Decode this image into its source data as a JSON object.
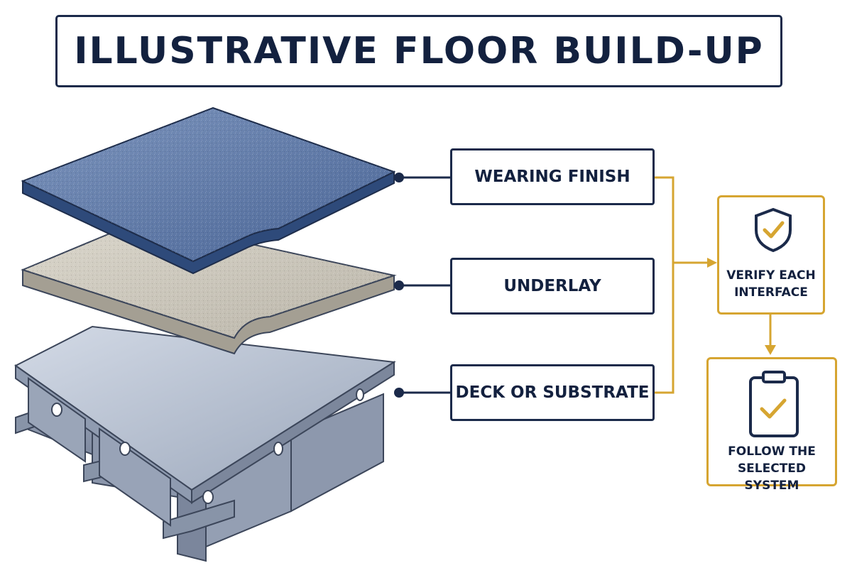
{
  "title": "ILLUSTRATIVE FLOOR BUILD-UP",
  "layers": [
    {
      "label": "WEARING FINISH",
      "material": "blue-textured-finish"
    },
    {
      "label": "UNDERLAY",
      "material": "grey-granular-underlay"
    },
    {
      "label": "DECK OR SUBSTRATE",
      "material": "steel-deck-with-i-beams"
    }
  ],
  "steps": [
    {
      "line1": "VERIFY EACH",
      "line2": "INTERFACE",
      "icon": "shield-check-icon"
    },
    {
      "line1": "FOLLOW THE",
      "line2": "SELECTED SYSTEM",
      "icon": "clipboard-check-icon"
    }
  ],
  "colors": {
    "navy": "#1b2a4a",
    "gold": "#d6a531",
    "finish_blue": "#4f6d9f",
    "underlay_grey": "#cfcabe",
    "steel": "#a9b3c4"
  }
}
